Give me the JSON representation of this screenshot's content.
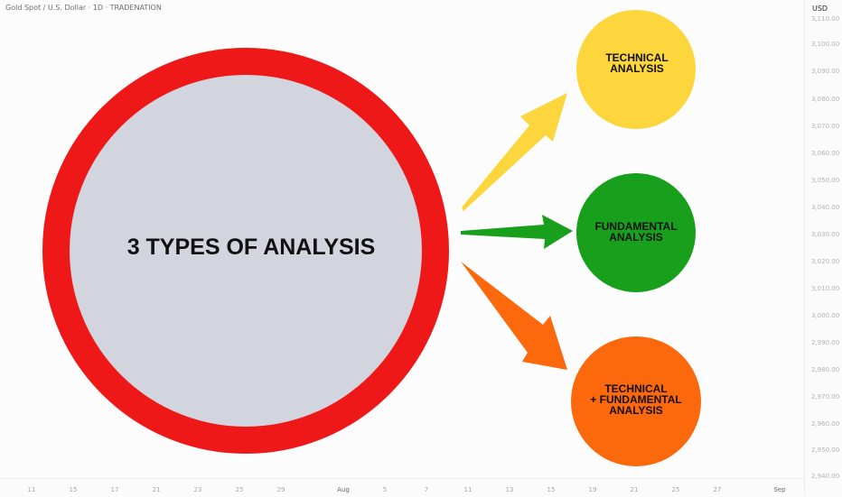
{
  "header": {
    "title": "Gold Spot / U.S. Dollar · 1D · TRADENATION"
  },
  "price_axis": {
    "currency": "USD",
    "ticks": [
      "3,110.00",
      "3,100.00",
      "3,090.00",
      "3,080.00",
      "3,070.00",
      "3,060.00",
      "3,050.00",
      "3,040.00",
      "3,030.00",
      "3,020.00",
      "3,010.00",
      "3,000.00",
      "2,990.00",
      "2,980.00",
      "2,970.00",
      "2,960.00",
      "2,950.00",
      "2,940.00"
    ]
  },
  "time_axis": {
    "ticks": [
      {
        "label": "11",
        "major": false
      },
      {
        "label": "15",
        "major": false
      },
      {
        "label": "17",
        "major": false
      },
      {
        "label": "21",
        "major": false
      },
      {
        "label": "23",
        "major": false
      },
      {
        "label": "25",
        "major": false
      },
      {
        "label": "29",
        "major": false
      },
      {
        "label": "Aug",
        "major": true
      },
      {
        "label": "5",
        "major": false
      },
      {
        "label": "7",
        "major": false
      },
      {
        "label": "11",
        "major": false
      },
      {
        "label": "13",
        "major": false
      },
      {
        "label": "15",
        "major": false
      },
      {
        "label": "19",
        "major": false
      },
      {
        "label": "21",
        "major": false
      },
      {
        "label": "25",
        "major": false
      },
      {
        "label": "27",
        "major": false
      },
      {
        "label": "Sep",
        "major": true
      }
    ]
  },
  "diagram": {
    "main": {
      "lines": [
        "3 TYPES OF ANALYSIS"
      ],
      "ring_color": "#ee1818",
      "fill_color": "#d2d4de"
    },
    "technical": {
      "lines": [
        "TECHNICAL",
        "ANALYSIS"
      ],
      "color": "#fdd63e"
    },
    "fundamental": {
      "lines": [
        "FUNDAMENTAL",
        "ANALYSIS"
      ],
      "color": "#18a01c"
    },
    "combined": {
      "lines": [
        "TECHNICAL",
        "+ FUNDAMENTAL",
        "ANALYSIS"
      ],
      "color": "#fc680c"
    },
    "arrows": [
      {
        "name": "arrow-to-technical",
        "color": "#fdd63e"
      },
      {
        "name": "arrow-to-fundamental",
        "color": "#18a01c"
      },
      {
        "name": "arrow-to-combined",
        "color": "#fc680c"
      }
    ]
  }
}
